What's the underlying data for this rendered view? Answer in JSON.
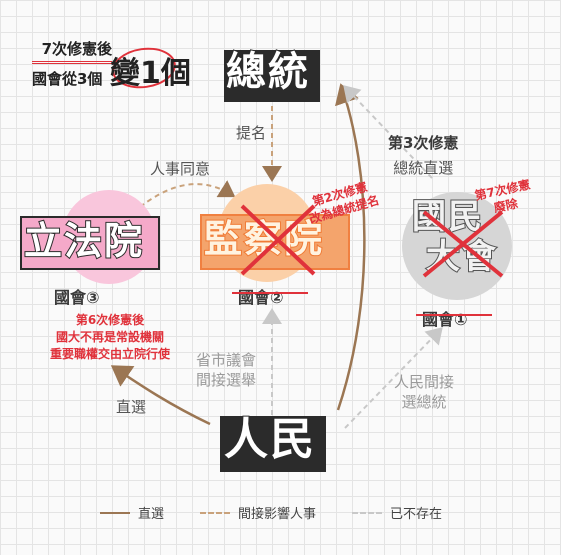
{
  "header": {
    "line1": "7次修憲後",
    "line2": "國會從3個",
    "big": "變1個"
  },
  "nodes": {
    "president": {
      "label": "總統"
    },
    "legislative": {
      "label": "立法院",
      "caption": "國會③",
      "note_title": "第6次修憲後",
      "note_line1": "國大不再是常設機關",
      "note_line2": "重要職權交由立院行使"
    },
    "control": {
      "label": "監察院",
      "caption": "國會②",
      "amend_title": "第2次修憲",
      "amend_text": "改為總統提名"
    },
    "national_assembly": {
      "label_top": "國民",
      "label_bottom": "大會",
      "caption": "國會①",
      "amend_title": "第7次修憲",
      "amend_text": "廢除"
    },
    "people": {
      "label": "人民"
    }
  },
  "edges": {
    "nominate": "提名",
    "consent": "人事同意",
    "direct_election_left": "直選",
    "indirect_line1": "省市議會",
    "indirect_line2": "間接選舉",
    "amend3_title": "第3次修憲",
    "amend3_text": "總統直選",
    "people_indirect_line1": "人民間接",
    "people_indirect_line2": "選總統"
  },
  "legend": {
    "direct": "直選",
    "indirect": "間接影響人事",
    "gone": "已不存在"
  },
  "colors": {
    "brown": "#9b7653",
    "red": "#e0323b",
    "orange": "#f4b07a",
    "pink": "#f5a9c9",
    "gray": "#c9c9c9"
  }
}
